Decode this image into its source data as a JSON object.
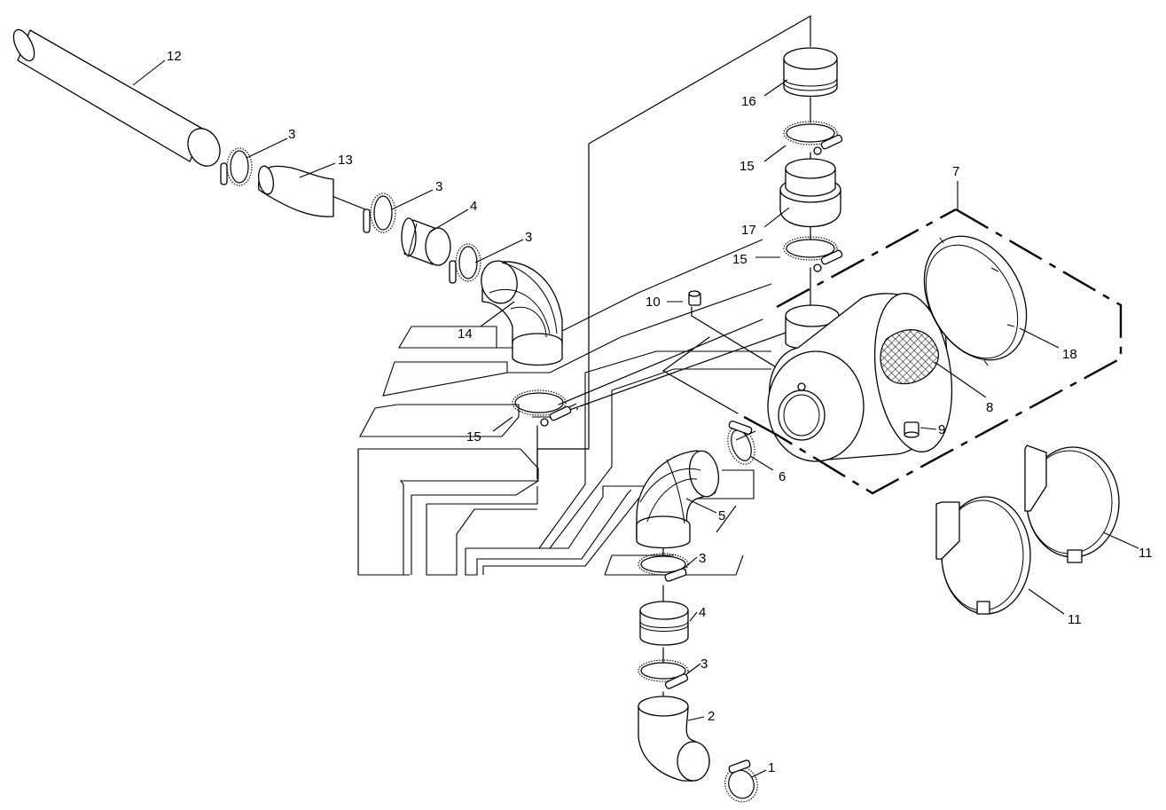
{
  "callouts": {
    "c1": "1",
    "c2": "2",
    "c3a": "3",
    "c3b": "3",
    "c3c": "3",
    "c3d": "3",
    "c3e": "3",
    "c4a": "4",
    "c4b": "4",
    "c5": "5",
    "c6": "6",
    "c7": "7",
    "c8": "8",
    "c9": "9",
    "c10": "10",
    "c11a": "11",
    "c11b": "11",
    "c12": "12",
    "c13": "13",
    "c14": "14",
    "c15a": "15",
    "c15b": "15",
    "c15c": "15",
    "c16": "16",
    "c17": "17",
    "c18": "18"
  }
}
